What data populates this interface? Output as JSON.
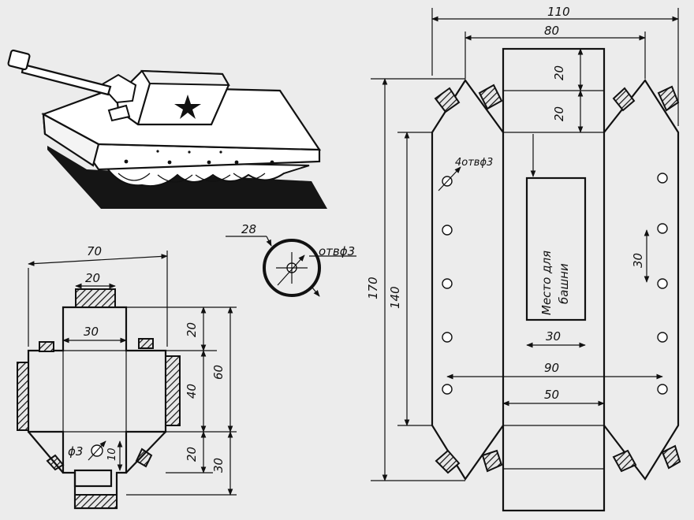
{
  "tank_drawing": {
    "star_icon": "star-icon"
  },
  "turret_net": {
    "dim_width": "70",
    "dim_top_tab": "20",
    "dim_inner": "30",
    "dim_20_upper": "20",
    "dim_40": "40",
    "dim_60": "60",
    "dim_20_lower": "20",
    "dim_30": "30",
    "dim_hole": "ϕ3",
    "dim_10": "10"
  },
  "hole_detail": {
    "dim_28": "28",
    "label": "отвϕ3"
  },
  "hull_net": {
    "dim_110": "110",
    "dim_80": "80",
    "dim_top_20a": "20",
    "dim_top_20b": "20",
    "dim_170": "170",
    "dim_140": "140",
    "holes_note": "4отвϕ3",
    "turret_place_line1": "Место для",
    "turret_place_line2": "башни",
    "dim_30_right": "30",
    "dim_30_inner": "30",
    "dim_90": "90",
    "dim_50": "50"
  }
}
